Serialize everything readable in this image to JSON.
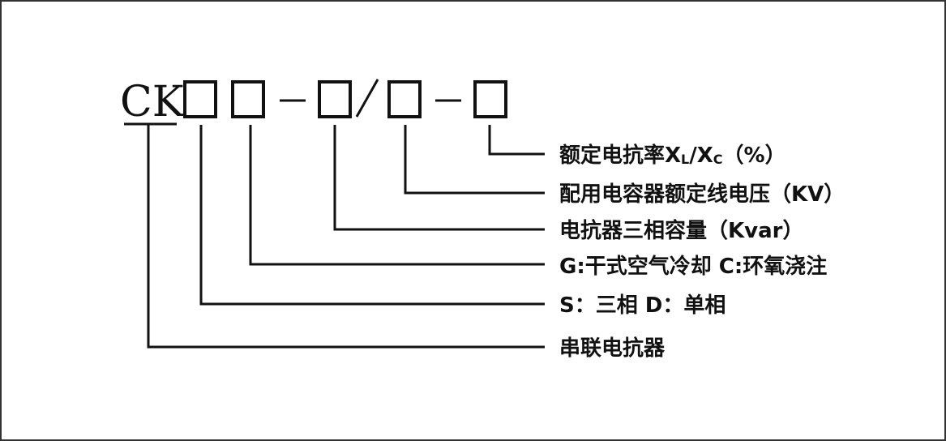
{
  "model_code": {
    "prefix": "CK",
    "separator_dash": "-",
    "separator_slash": "/",
    "placeholder": "□"
  },
  "labels": {
    "rate": {
      "main": "额定电抗率X",
      "sub1": "L",
      "slash": "/X",
      "sub2": "C",
      "tail": "（%）"
    },
    "voltage": "配用电容器额定线电压（KV）",
    "capacity": "电抗器三相容量（Kvar）",
    "cooling": "G:干式空气冷却 C:环氧浇注",
    "phase": "S：三相 D：单相",
    "type": "串联电抗器"
  }
}
